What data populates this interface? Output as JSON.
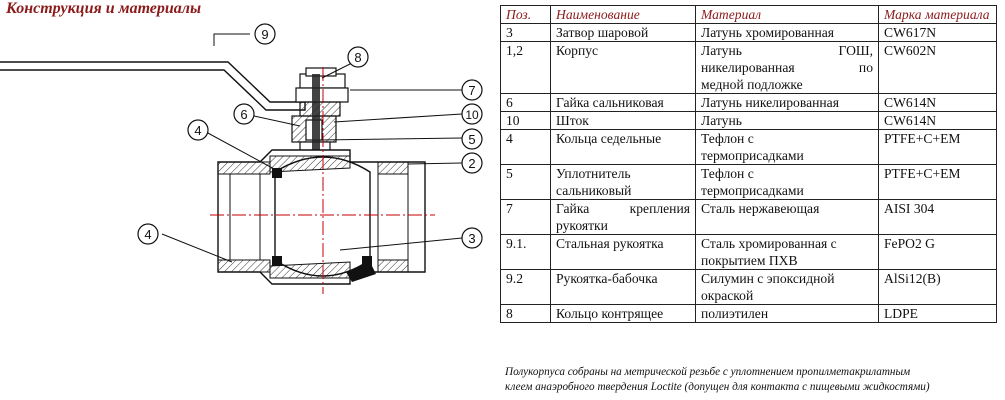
{
  "section_title": "Конструкция и материалы",
  "drawing_callouts": [
    "9",
    "8",
    "7",
    "10",
    "5",
    "2",
    "4",
    "6",
    "4",
    "3"
  ],
  "table": {
    "headers": [
      "Поз.",
      "Наименование",
      "Материал",
      "Марка материала"
    ],
    "rows": [
      {
        "pos": "3",
        "name_lines": [
          "Затвор шаровой"
        ],
        "material_lines": [
          "Латунь хромированная"
        ],
        "grade": "CW617N"
      },
      {
        "pos": "1,2",
        "name_lines": [
          "Корпус"
        ],
        "material_lines": [
          "Латунь ГОШ,",
          "никелированная по",
          "медной подложке"
        ],
        "grade": "CW602N"
      },
      {
        "pos": "6",
        "name_lines": [
          "Гайка сальниковая"
        ],
        "material_lines": [
          "Латунь никелированная"
        ],
        "grade": "CW614N"
      },
      {
        "pos": "10",
        "name_lines": [
          "Шток"
        ],
        "material_lines": [
          "Латунь"
        ],
        "grade": "CW614N"
      },
      {
        "pos": "4",
        "name_lines": [
          "Кольца седельные"
        ],
        "material_lines": [
          "Тефлон с",
          "термоприсадками"
        ],
        "grade": "PTFE+C+EM"
      },
      {
        "pos": "5",
        "name_lines": [
          "Уплотнитель",
          "сальниковый"
        ],
        "material_lines": [
          "Тефлон с",
          "термоприсадками"
        ],
        "grade": "PTFE+C+EM"
      },
      {
        "pos": "7",
        "name_lines": [
          "Гайка крепления",
          "рукоятки"
        ],
        "material_lines": [
          "Сталь нержавеющая"
        ],
        "grade": "AISI 304"
      },
      {
        "pos": "9.1.",
        "name_lines": [
          "Стальная рукоятка"
        ],
        "material_lines": [
          "Сталь хромированная с",
          "покрытием ПХВ"
        ],
        "grade": "FePO2 G"
      },
      {
        "pos": "9.2",
        "name_lines": [
          "Рукоятка-бабочка"
        ],
        "material_lines": [
          "Силумин с эпоксидной",
          "окраской"
        ],
        "grade": "AlSi12(B)"
      },
      {
        "pos": "8",
        "name_lines": [
          "Кольцо контрящее"
        ],
        "material_lines": [
          "полиэтилен"
        ],
        "grade": "LDPE"
      }
    ]
  },
  "footnote_lines": [
    "Полукорпуса собраны на метрической резьбе с уплотнением пропилметакрилатным",
    "клеем анаэробного твердения Loctite (допущен для контакта с пищевыми жидкостями)"
  ]
}
